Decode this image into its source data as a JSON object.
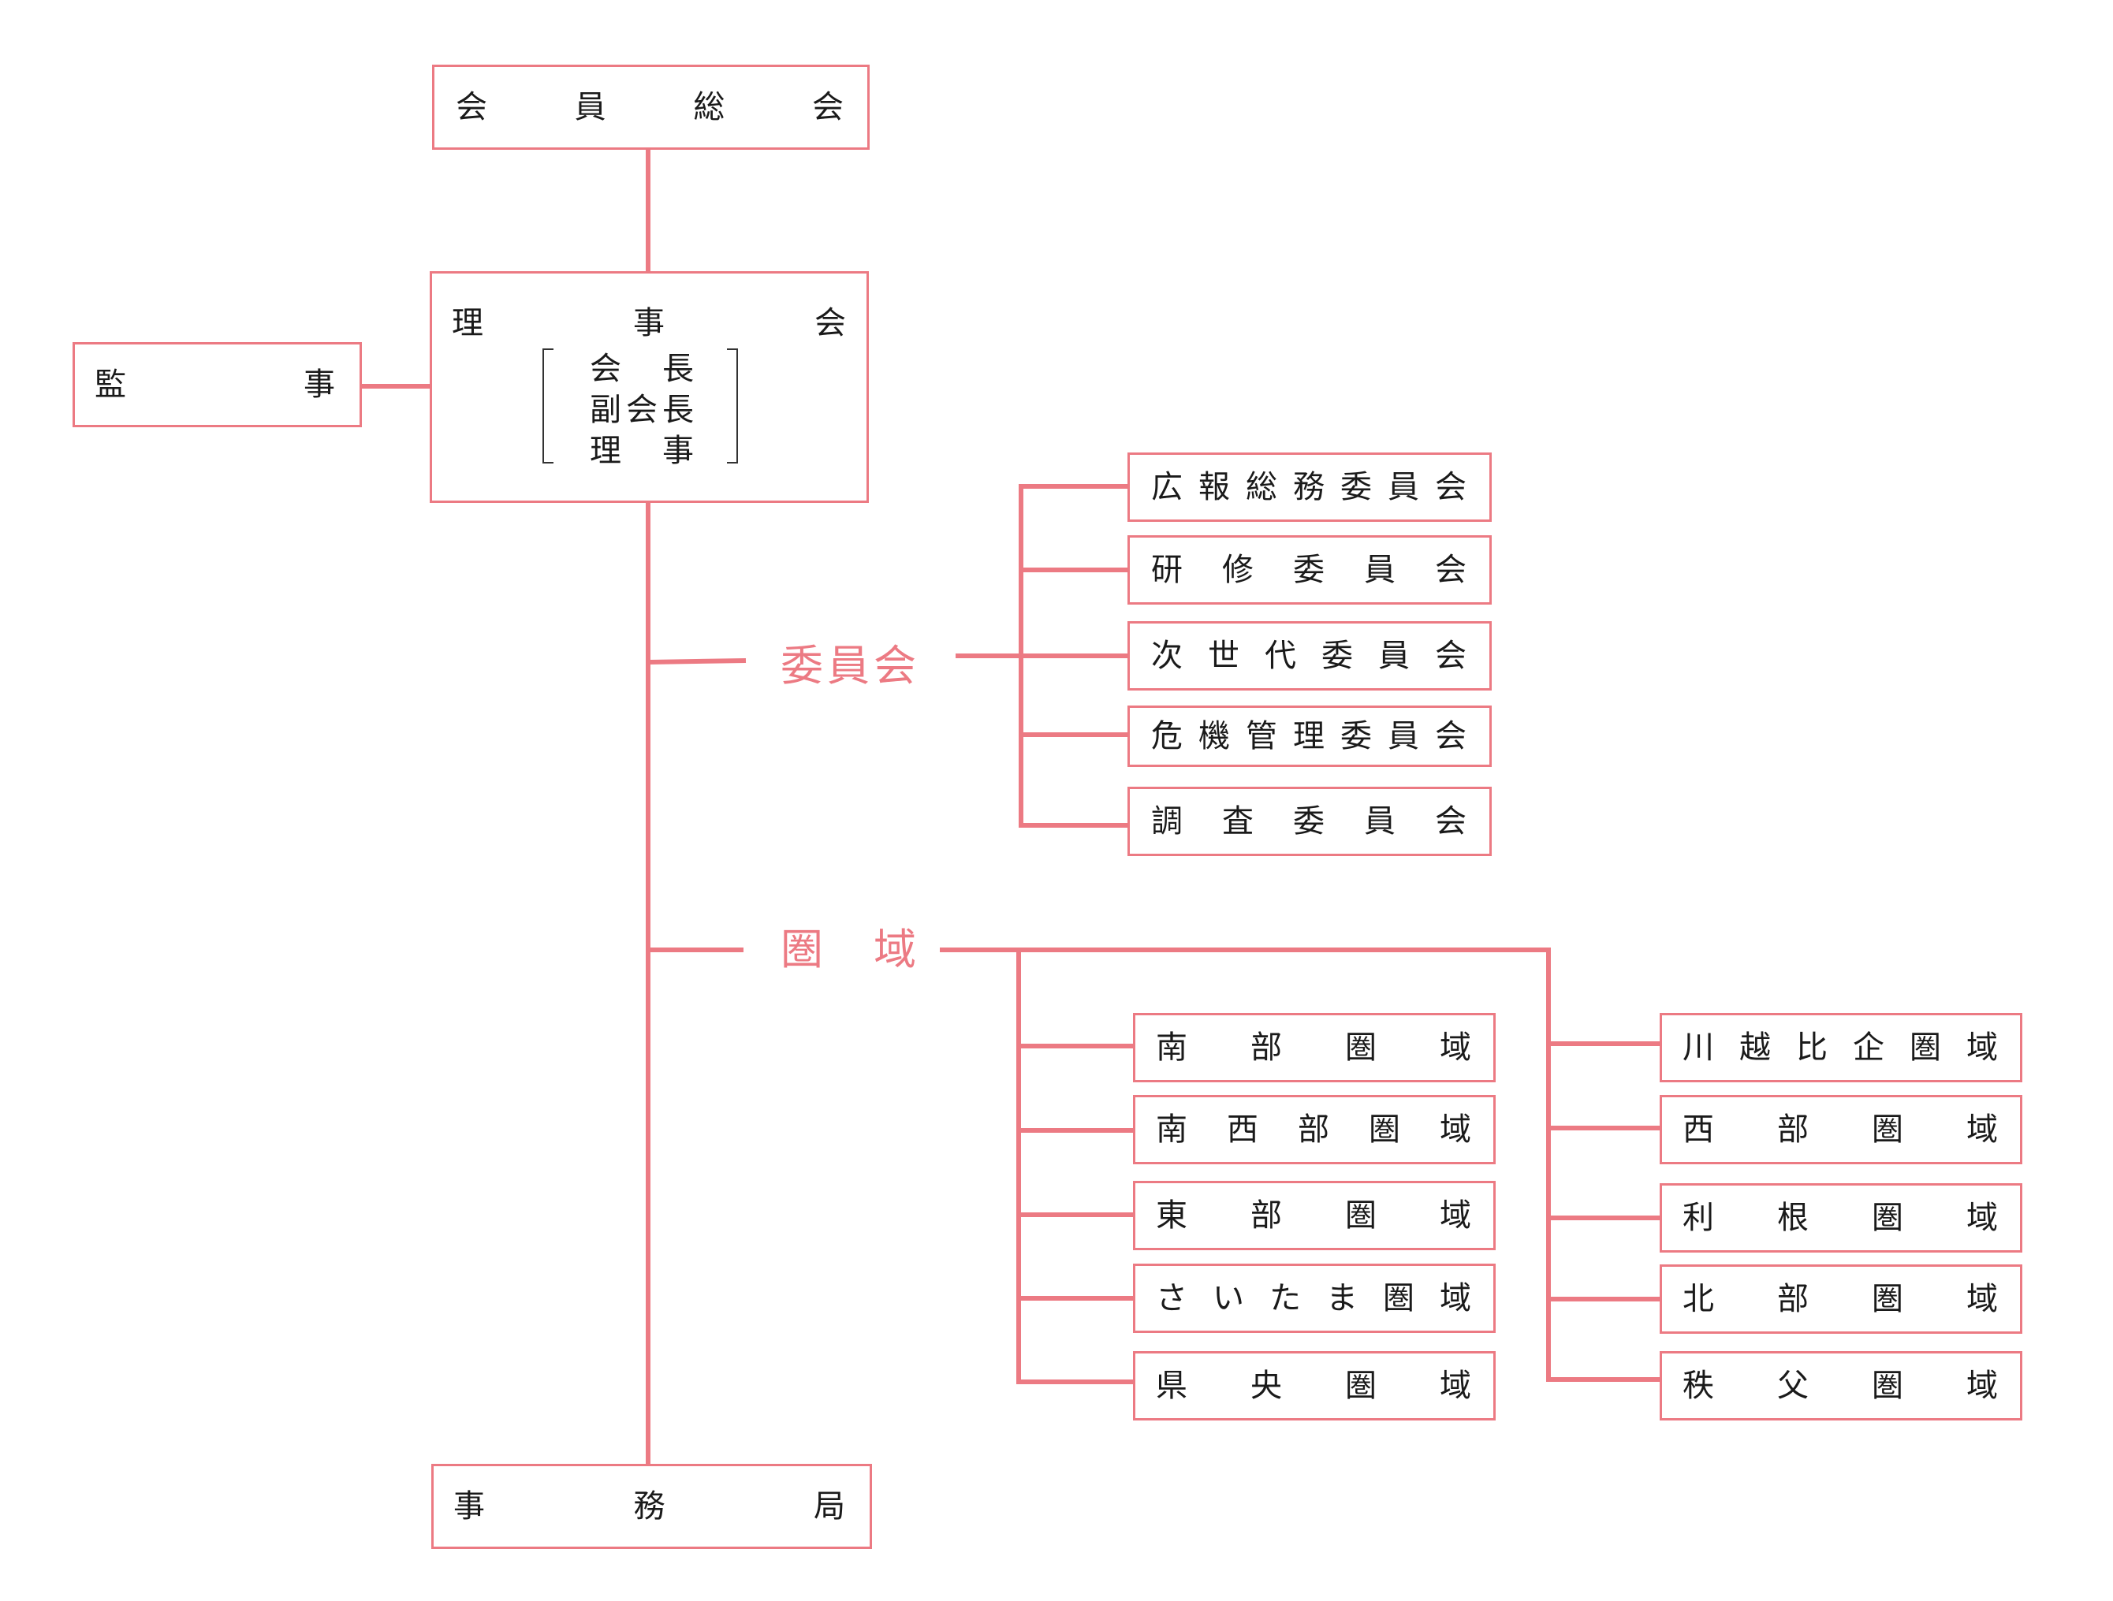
{
  "nodes": {
    "general_assembly": "会員総会",
    "board": "理事会",
    "board_members": [
      "会長",
      "副会長",
      "理事"
    ],
    "auditor": "監事",
    "secretariat": "事務局"
  },
  "committee_group": {
    "label": "委員会",
    "items": [
      "広報総務委員会",
      "研修委員会",
      "次世代委員会",
      "危機管理委員会",
      "調査委員会"
    ]
  },
  "region_group": {
    "label": "圏域",
    "items_left": [
      "南部圏域",
      "南西部圏域",
      "東部圏域",
      "さいたま圏域",
      "県央圏域"
    ],
    "items_right": [
      "川越比企圏域",
      "西部圏域",
      "利根圏域",
      "北部圏域",
      "秩父圏域"
    ]
  },
  "colors": {
    "accent": "#ec7a83",
    "text": "#1a1a1a",
    "bracket": "#333333"
  }
}
